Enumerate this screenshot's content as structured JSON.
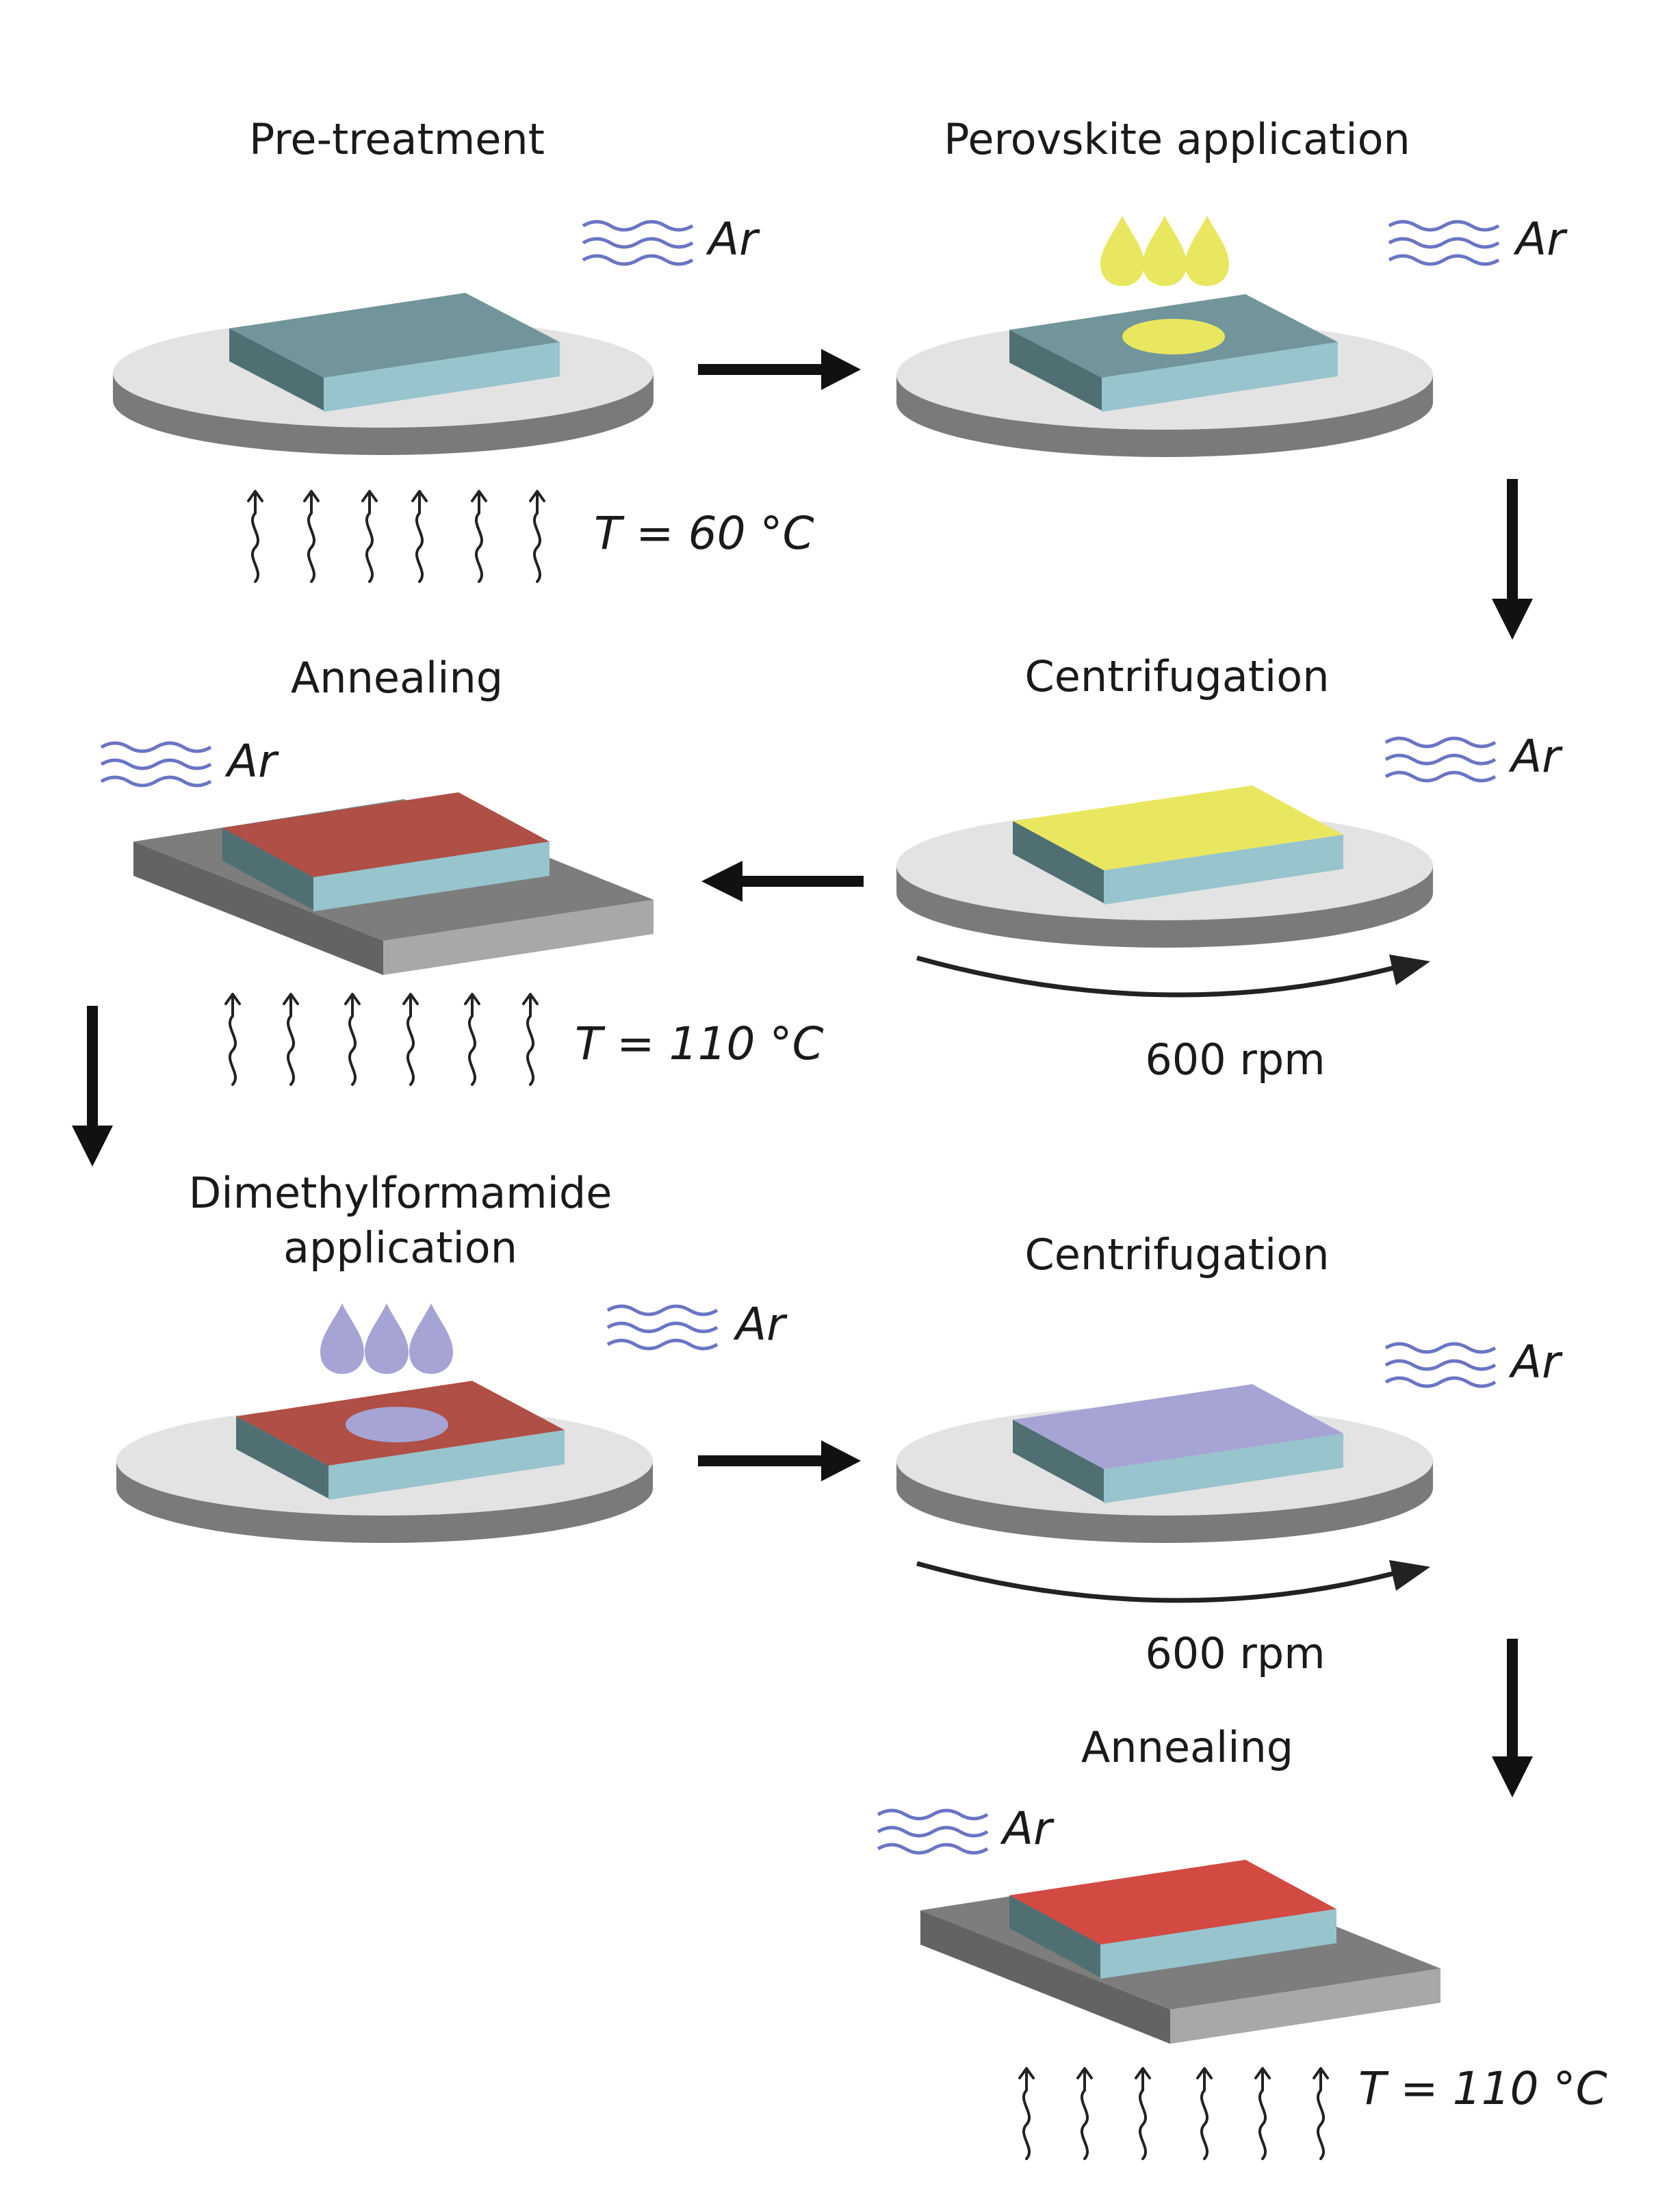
{
  "colors": {
    "disk_top": "#e3e3e3",
    "disk_side": "#7a7a7a",
    "plate_top": "#7d7d7d",
    "plate_side_left": "#636363",
    "plate_side_front": "#a8a8a8",
    "substrate_top": "#71959a",
    "substrate_front": "#97c4cd",
    "substrate_left": "#4f6f73",
    "perovskite_yellow": "#e9e760",
    "annealed_film_dark": "#b04f45",
    "annealed_film_bright": "#d34a43",
    "dmf_lavender": "#a6a4d4",
    "argon_wave": "#6b75c4"
  },
  "steps": {
    "pretreatment": {
      "title": "Pre-treatment",
      "gas": "Ar",
      "temperature": "T = 60 °C"
    },
    "perovskite": {
      "title": "Perovskite application",
      "gas": "Ar"
    },
    "centrifugation1": {
      "title": "Centrifugation",
      "gas": "Ar",
      "speed": "600 rpm"
    },
    "annealing1": {
      "title": "Annealing",
      "gas": "Ar",
      "temperature": "T = 110 °C"
    },
    "dmf": {
      "title_line1": "Dimethylformamide",
      "title_line2": "application",
      "gas": "Ar"
    },
    "centrifugation2": {
      "title": "Centrifugation",
      "gas": "Ar",
      "speed": "600 rpm"
    },
    "annealing2": {
      "title": "Annealing",
      "gas": "Ar",
      "temperature": "T = 110 °C"
    }
  }
}
